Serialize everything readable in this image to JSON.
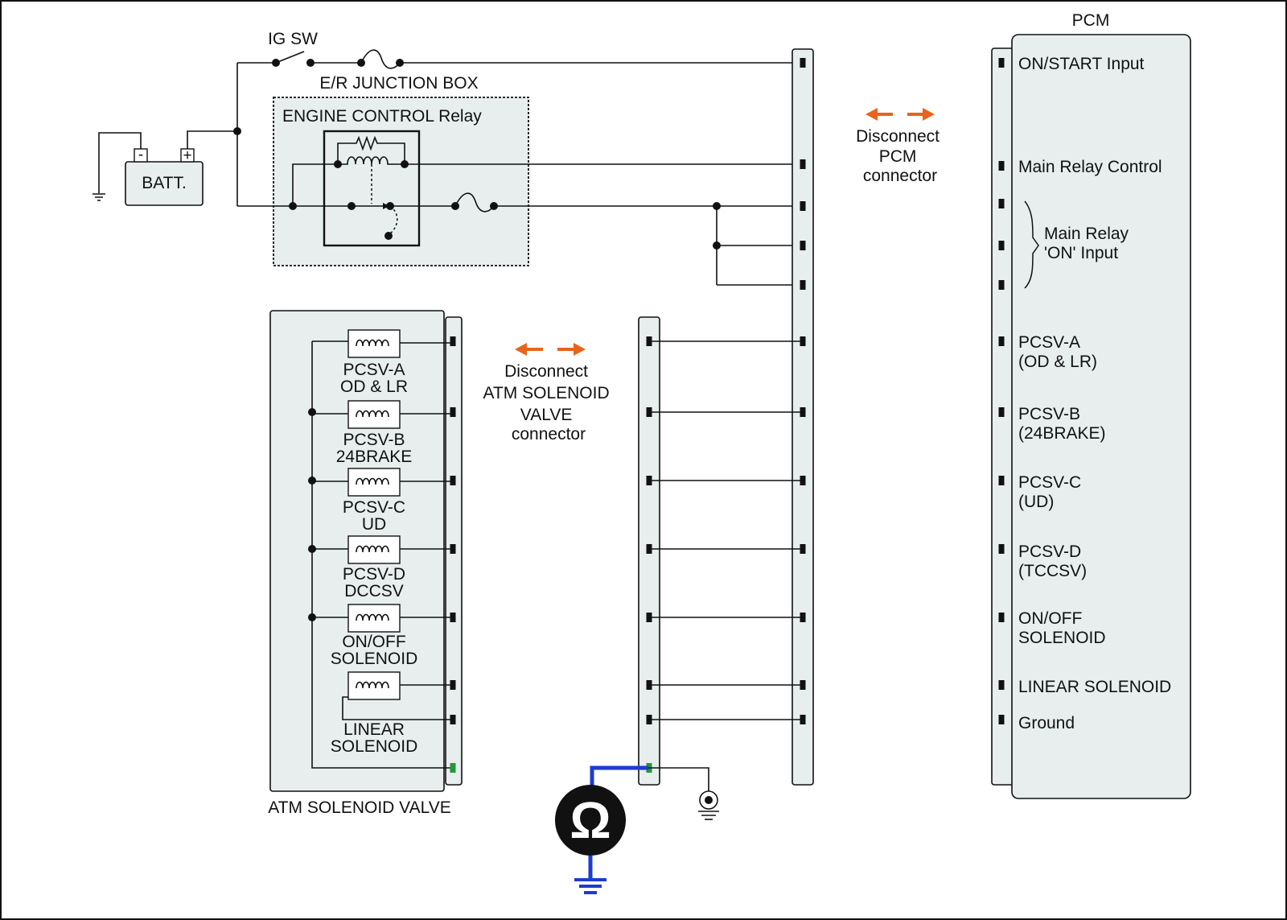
{
  "labels": {
    "ig_sw": "IG SW",
    "junction_box": "E/R JUNCTION BOX",
    "engine_relay": "ENGINE CONTROL Relay",
    "battery": "BATT.",
    "battery_minus": "-",
    "battery_plus": "+",
    "pcm": "PCM",
    "atm_solenoid_valve": "ATM SOLENOID VALVE",
    "ohm_symbol": "Ω"
  },
  "disconnect_pcm": [
    "Disconnect",
    "PCM",
    "connector"
  ],
  "disconnect_atm": [
    "Disconnect",
    "ATM SOLENOID",
    "VALVE",
    "connector"
  ],
  "pcm_pins": [
    [
      "ON/START Input"
    ],
    [
      "Main Relay Control"
    ],
    [
      "Main Relay",
      "'ON' Input"
    ],
    [
      "PCSV-A",
      "(OD & LR)"
    ],
    [
      "PCSV-B",
      "(24BRAKE)"
    ],
    [
      "PCSV-C",
      "(UD)"
    ],
    [
      "PCSV-D",
      "(TCCSV)"
    ],
    [
      "ON/OFF",
      "SOLENOID"
    ],
    [
      "LINEAR SOLENOID"
    ],
    [
      "Ground"
    ]
  ],
  "solenoids": [
    [
      "PCSV-A",
      "OD & LR"
    ],
    [
      "PCSV-B",
      "24BRAKE"
    ],
    [
      "PCSV-C",
      "UD"
    ],
    [
      "PCSV-D",
      "DCCSV"
    ],
    [
      "ON/OFF",
      "SOLENOID"
    ],
    [
      "LINEAR",
      "SOLENOID"
    ]
  ],
  "colors": {
    "background": "#e8eeee",
    "arrow": "#e8641b",
    "meter_wire": "#1f3bd1",
    "measured_pin": "#1e9a3a",
    "meter_body": "#111111"
  },
  "icons": [
    "ohmmeter-icon",
    "ground-icon",
    "chassis-ground-icon",
    "fuse-icon",
    "switch-icon",
    "relay-coil-icon",
    "disconnect-arrow-icon"
  ]
}
